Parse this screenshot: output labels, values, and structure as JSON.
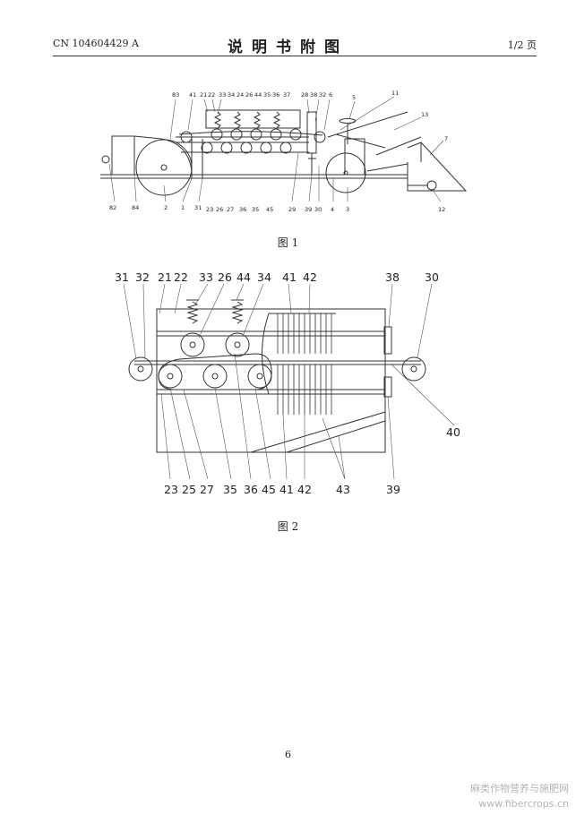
{
  "header": {
    "patent_number": "CN 104604429 A",
    "title": "说明书附图",
    "page_ref": "1/2 页"
  },
  "figure1": {
    "caption": "图 1",
    "top_labels": [
      "83",
      "41",
      "21",
      "22",
      "33",
      "34",
      "24",
      "26",
      "44",
      "35",
      "36",
      "37",
      "28",
      "38",
      "32",
      "6",
      "5",
      "11",
      "13",
      "7"
    ],
    "bottom_labels": [
      "82",
      "84",
      "2",
      "1",
      "31",
      "23",
      "26",
      "27",
      "36",
      "35",
      "45",
      "29",
      "39",
      "30",
      "4",
      "3",
      "12"
    ]
  },
  "figure2": {
    "caption": "图 2",
    "top_labels": [
      "31",
      "32",
      "21",
      "22",
      "33",
      "26",
      "44",
      "34",
      "41",
      "42",
      "38",
      "30"
    ],
    "right_labels": [
      "40"
    ],
    "bottom_labels": [
      "23",
      "25",
      "27",
      "35",
      "36",
      "45",
      "41",
      "42",
      "43",
      "39"
    ]
  },
  "page_number": "6",
  "watermark": {
    "line1": "麻类作物营养与施肥网",
    "line2": "www.fibercrops.cn"
  }
}
